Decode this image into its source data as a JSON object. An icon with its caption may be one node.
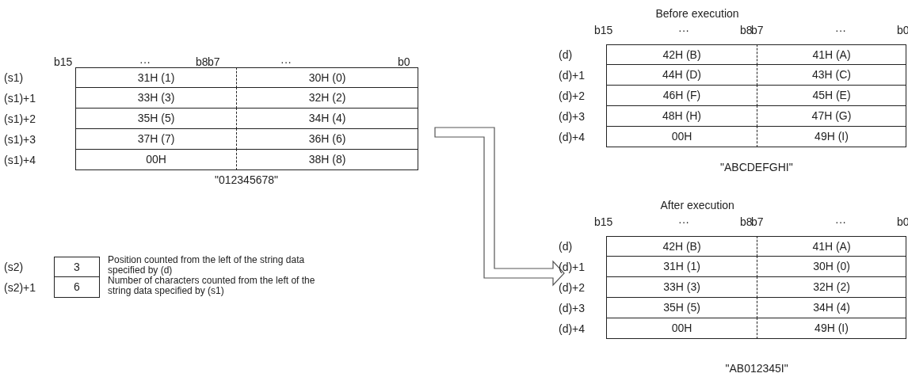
{
  "diagram": {
    "labels": [
      "b15",
      "···",
      "b8",
      "b7",
      "···",
      "b0",
      "(s1)",
      "31H (1)",
      "30H (0)",
      "(s1)+1",
      "33H (3)",
      "32H (2)",
      "(s1)+2",
      "35H (5)",
      "34H (4)",
      "(s1)+3",
      "37H (7)",
      "36H (6)",
      "(s1)+4",
      "00H",
      "38H (8)",
      "\"012345678\"",
      "(s2)",
      "3",
      "Position counted from the left of the string data specified by (d)",
      "(s2)+1",
      "6",
      "Number of characters counted from the left of the string data specified by (s1)",
      "Before execution",
      "b15",
      "···",
      "b8",
      "b7",
      "···",
      "b0",
      "(d)",
      "42H (B)",
      "41H (A)",
      "(d)+1",
      "44H (D)",
      "43H (C)",
      "(d)+2",
      "46H (F)",
      "45H (E)",
      "(d)+3",
      "48H (H)",
      "47H (G)",
      "(d)+4",
      "00H",
      "49H (I)",
      "\"ABCDEFGHI\"",
      "After execution",
      "b15",
      "···",
      "b8",
      "b7",
      "···",
      "b0",
      "(d)",
      "42H (B)",
      "41H (A)",
      "(d)+1",
      "31H (1)",
      "30H (0)",
      "(d)+2",
      "33H (3)",
      "32H (2)",
      "(d)+3",
      "35H (5)",
      "34H (4)",
      "(d)+4",
      "00H",
      "49H (I)",
      "\"AB012345I\""
    ]
  }
}
